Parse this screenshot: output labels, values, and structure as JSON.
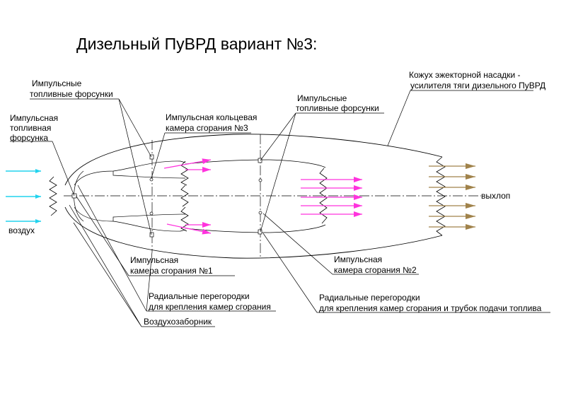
{
  "title": "Дизельный ПуВРД вариант №3:",
  "labels": {
    "injectors_left": [
      "Импульсные",
      "топливные форсунки"
    ],
    "ring_chamber": [
      "Импульсная кольцевая",
      "камера сгорания №3"
    ],
    "injectors_mid": [
      "Импульсные",
      "топливные форсунки"
    ],
    "ejector": [
      "Кожух эжекторной насадки -",
      "усилителя тяги дизельного ПуВРД"
    ],
    "single_injector": [
      "Импульсная",
      "топливная",
      "форсунка"
    ],
    "air": "воздух",
    "exhaust": "выхлоп",
    "chamber1": [
      "Импульсная",
      "камера сгорания №1"
    ],
    "chamber2": [
      "Импульсная",
      "камера сгорания №2"
    ],
    "partitions1": [
      "Радиальные перегородки",
      "для крепления камер сгорания"
    ],
    "partitions2": [
      "Радиальные перегородки",
      "для крепления камер сгорания и трубок подачи топлива"
    ],
    "intake": "Воздухозаборник"
  },
  "colors": {
    "air_arrow": "#22d3ee",
    "flame_arrow": "#ff33dd",
    "exhaust_arrow": "#a0824a",
    "line": "#000000"
  }
}
